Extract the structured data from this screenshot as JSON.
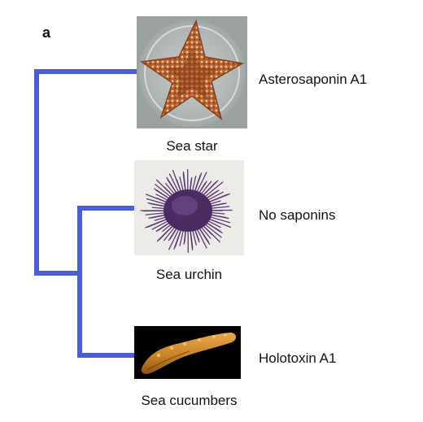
{
  "panel_label": "a",
  "tree_color": "#4a5fd4",
  "organisms": [
    {
      "common_name": "Sea star",
      "saponin": "Asterosaponin A1"
    },
    {
      "common_name": "Sea urchin",
      "saponin": "No saponins"
    },
    {
      "common_name": "Sea cucumbers",
      "saponin": "Holotoxin A1"
    }
  ]
}
